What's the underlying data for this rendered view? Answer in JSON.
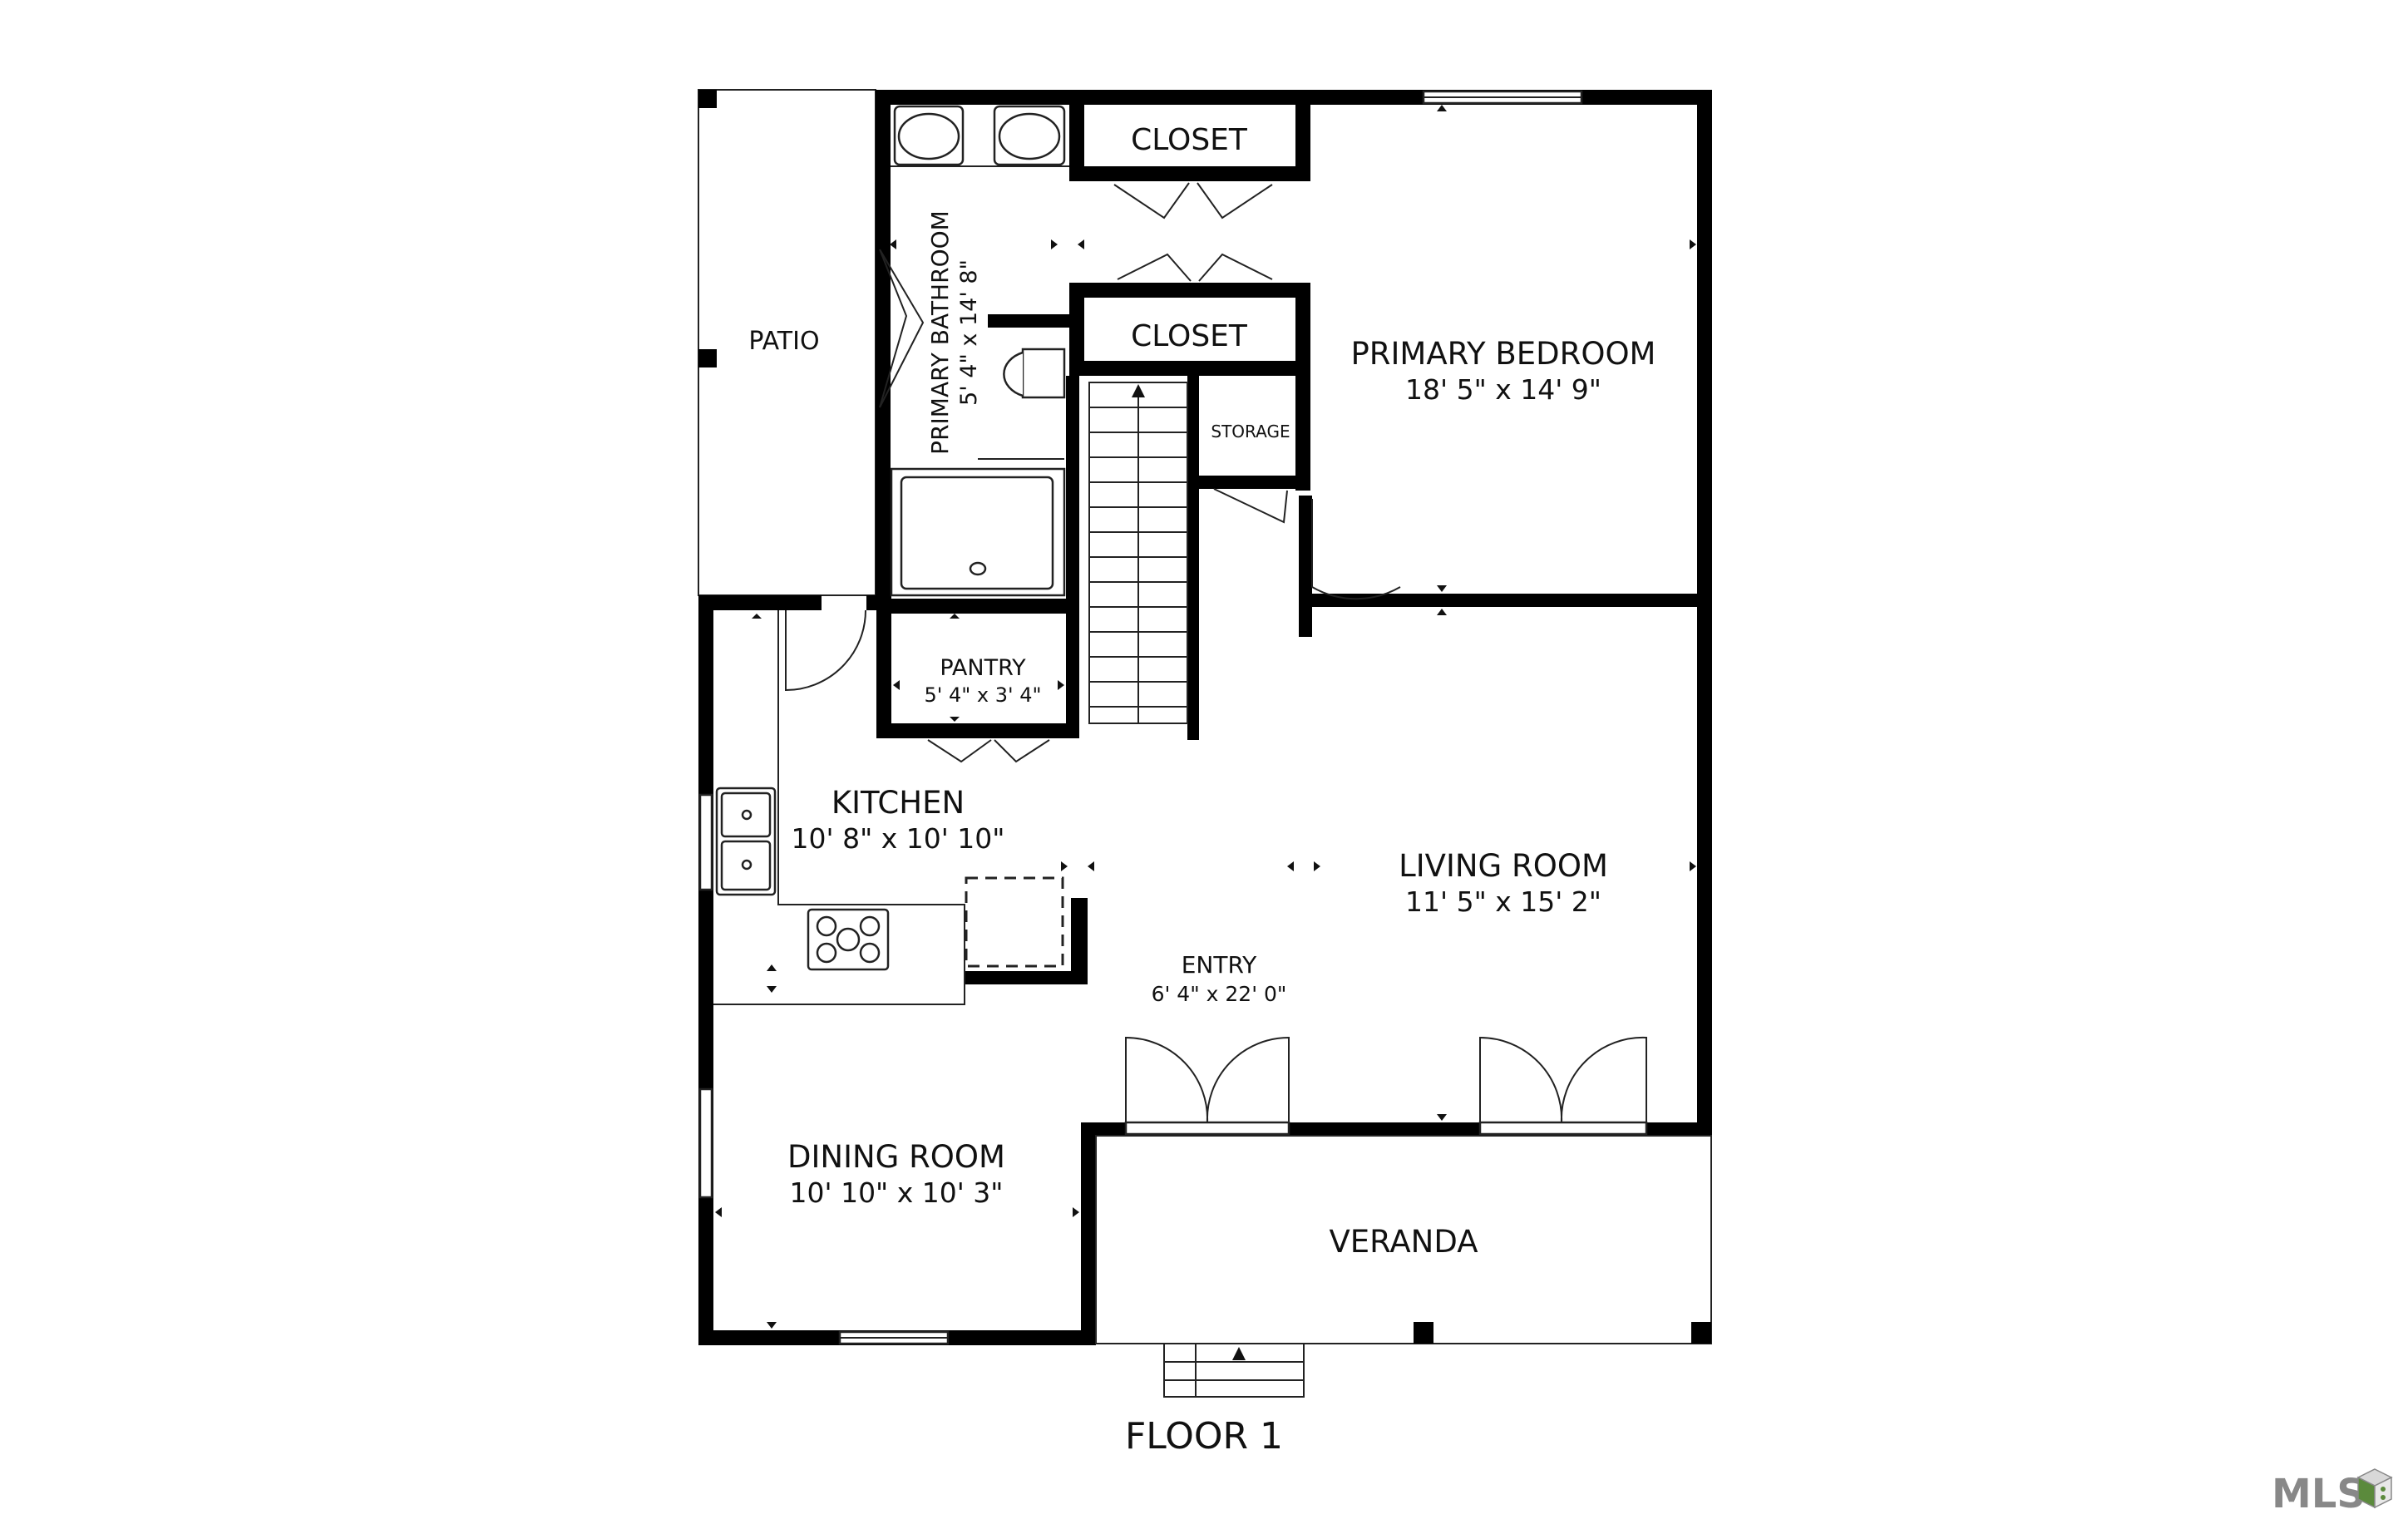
{
  "floor_title": "FLOOR 1",
  "logo_text": "MLS",
  "colors": {
    "wall": "#000000",
    "fixture_stroke": "#222222",
    "background": "#ffffff",
    "logo_gray": "#888888",
    "logo_green": "#5b8a3c"
  },
  "rooms": {
    "patio": {
      "name": "PATIO"
    },
    "closet_top": {
      "name": "CLOSET"
    },
    "closet_mid": {
      "name": "CLOSET"
    },
    "primary_bathroom": {
      "name": "PRIMARY BATHROOM",
      "size": "5' 4\" x 14' 8\""
    },
    "primary_bedroom": {
      "name": "PRIMARY BEDROOM",
      "size": "18' 5\" x 14' 9\""
    },
    "storage": {
      "name": "STORAGE"
    },
    "pantry": {
      "name": "PANTRY",
      "size": "5' 4\" x 3' 4\""
    },
    "kitchen": {
      "name": "KITCHEN",
      "size": "10' 8\" x 10' 10\""
    },
    "living_room": {
      "name": "LIVING ROOM",
      "size": "11' 5\" x 15' 2\""
    },
    "entry": {
      "name": "ENTRY",
      "size": "6' 4\" x 22' 0\""
    },
    "dining_room": {
      "name": "DINING ROOM",
      "size": "10' 10\" x 10' 3\""
    },
    "veranda": {
      "name": "VERANDA"
    }
  }
}
